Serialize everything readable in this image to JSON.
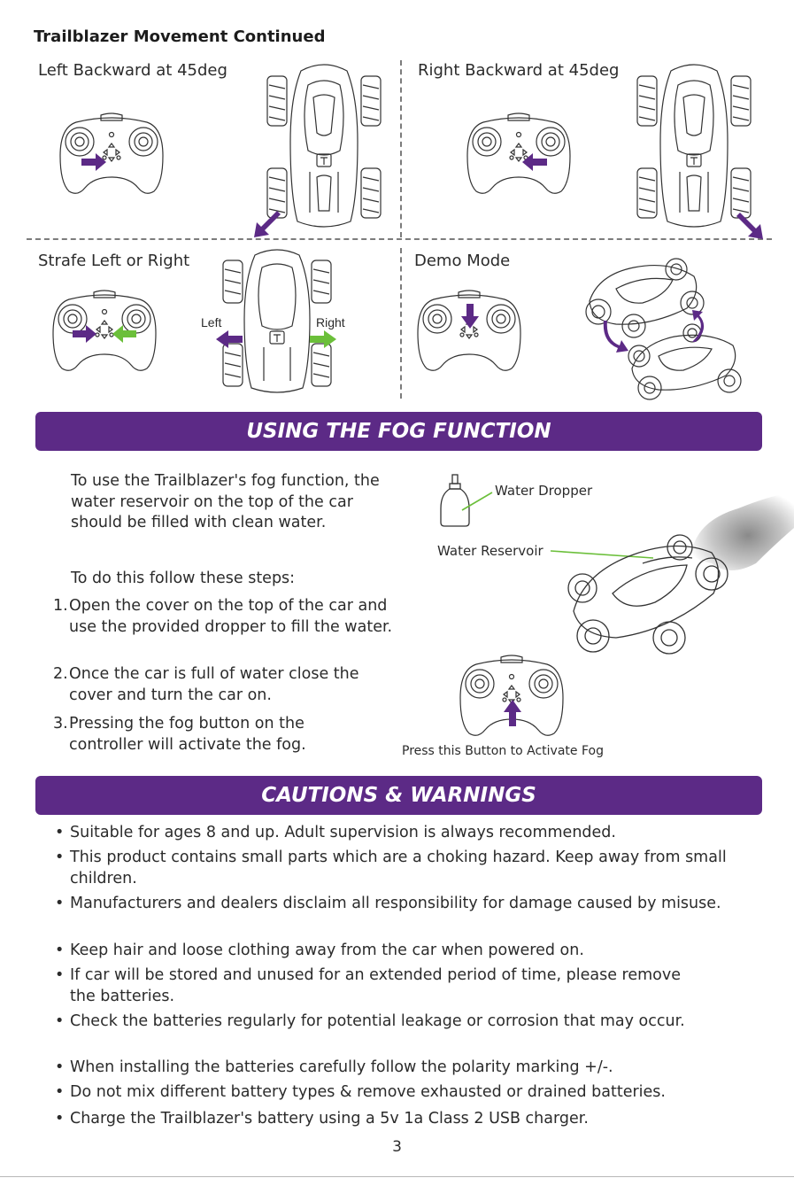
{
  "page_title": "Trailblazer Movement Continued",
  "movements": [
    {
      "label": "Left Backward at 45deg"
    },
    {
      "label": "Right Backward at 45deg"
    },
    {
      "label": "Strafe Left or Right",
      "left_label": "Left",
      "right_label": "Right"
    },
    {
      "label": "Demo Mode"
    }
  ],
  "fog_section": {
    "heading": "USING THE FOG FUNCTION",
    "intro": "To use the Trailblazer's fog function, the water reservoir on the top of the car should be filled with clean water.",
    "steps_intro": "To do this follow these steps:",
    "steps": [
      {
        "num": "1.",
        "text": "Open the cover on the top of the car and use the provided dropper to fill the water."
      },
      {
        "num": "2.",
        "text": "Once the car is full of water close the cover and turn the car on."
      },
      {
        "num": "3.",
        "text": "Pressing the fog button on the controller will activate the fog."
      }
    ],
    "water_dropper_label": "Water Dropper",
    "water_reservoir_label": "Water Reservoir",
    "press_button_caption": "Press this Button to Activate Fog"
  },
  "cautions": {
    "heading": "CAUTIONS & WARNINGS",
    "items": [
      "Suitable for ages 8 and up. Adult supervision is always recommended.",
      "This product contains small parts which are a choking hazard. Keep away from small children.",
      "Manufacturers and dealers disclaim all responsibility for damage caused by misuse.",
      "Keep hair and loose clothing away from the car when powered on.",
      "If car will be stored and unused for an extended period of time, please remove the batteries.",
      "Check the batteries regularly for potential leakage or corrosion that may occur.",
      "When installing the batteries carefully follow the polarity marking +/-.",
      "Do not mix different battery types & remove exhausted or drained batteries.",
      "Charge the Trailblazer's battery using a 5v 1a Class 2 USB charger."
    ]
  },
  "page_number": "3",
  "colors": {
    "banner": "#5c2a86",
    "arrow_purple": "#5c2a86",
    "arrow_green": "#6bbf3a",
    "divider": "#7c7c7c"
  },
  "icons": [
    "remote-controller-icon",
    "rc-car-top-view-icon",
    "rc-car-side-view-icon",
    "water-dropper-icon",
    "arrow-icon",
    "fog-cloud-icon"
  ]
}
